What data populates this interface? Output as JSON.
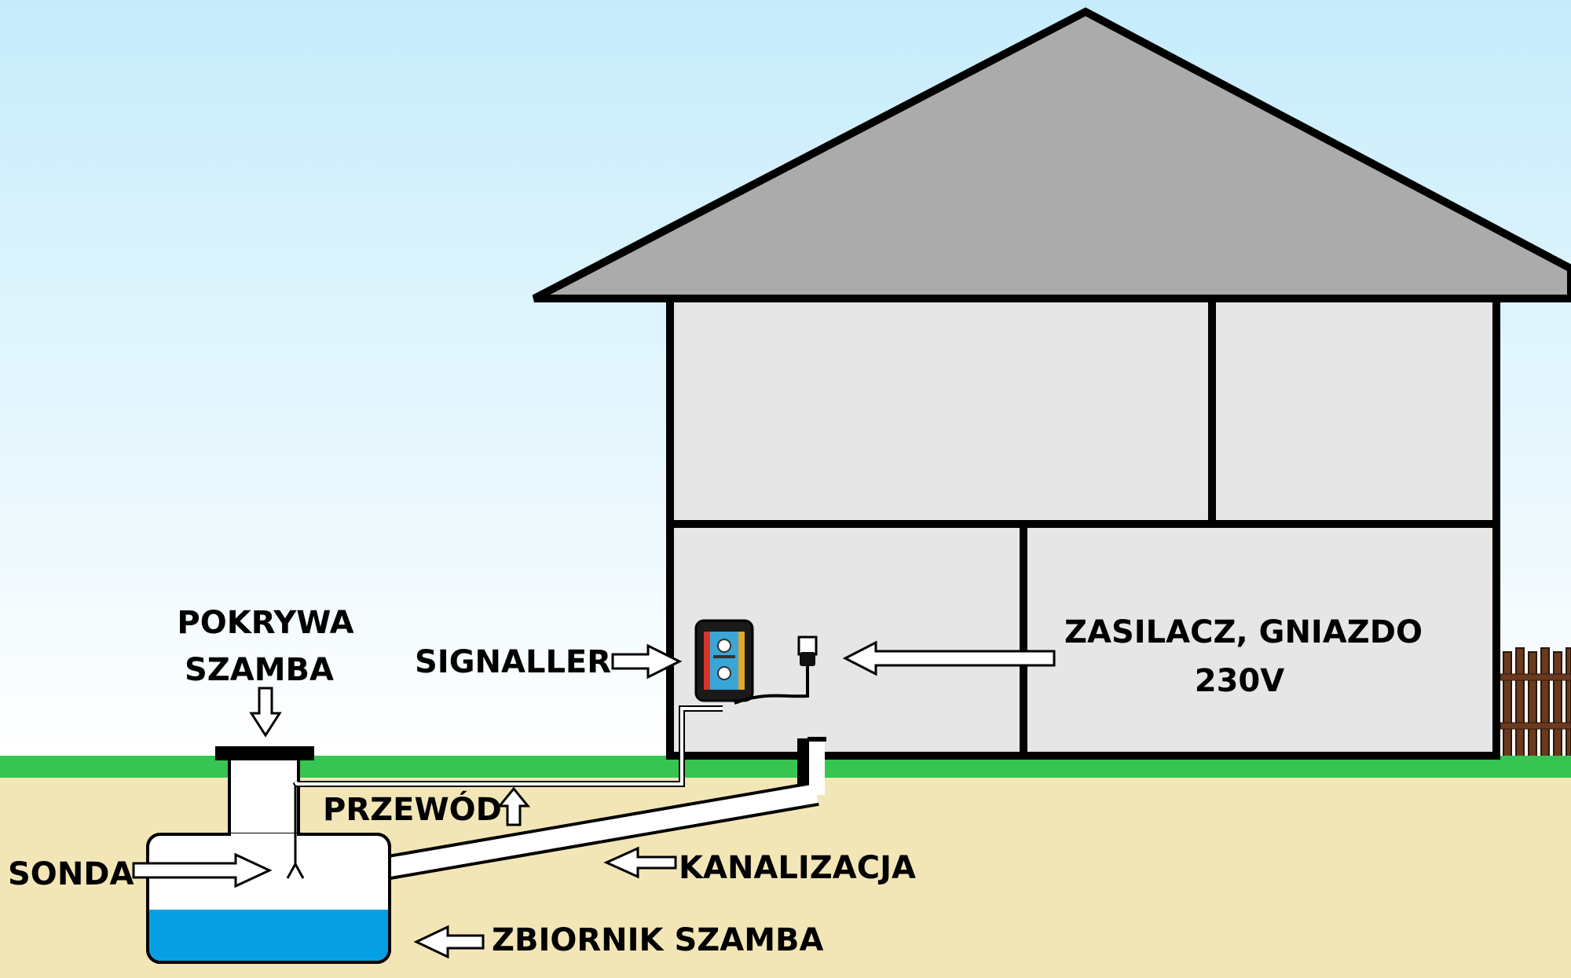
{
  "colors": {
    "sky_top": "#c6ecfb",
    "sky_bottom": "#ffffff",
    "grass": "#36c452",
    "soil": "#f3e6b6",
    "roof": "#ababab",
    "wall": "#e6e6e6",
    "outline": "#000000",
    "water": "#079fe3",
    "tank": "#ffffff",
    "fence": "#6b3a1e"
  },
  "labels": {
    "cover_line1": "POKRYWA",
    "cover_line2": "SZAMBA",
    "signaller": "SIGNALLER",
    "power_line1": "ZASILACZ,  GNIAZDO",
    "power_line2": "230V",
    "cable": "PRZEWÓD",
    "probe": "SONDA",
    "sewer": "KANALIZACJA",
    "tank": "ZBIORNIK SZAMBA"
  },
  "icons": {
    "device": "signaller-device-icon",
    "plug": "power-plug-icon",
    "probe": "probe-sensor-icon"
  }
}
